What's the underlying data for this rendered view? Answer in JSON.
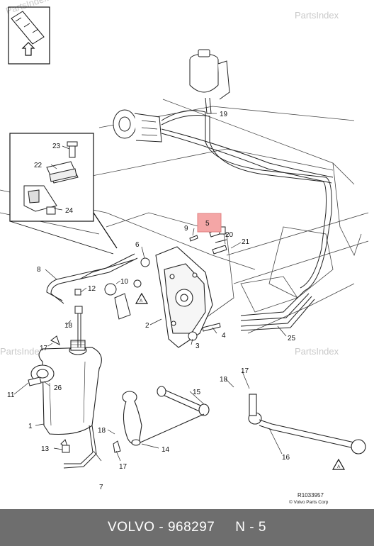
{
  "watermark": "PartsIndex",
  "callouts": {
    "c1": "1",
    "c2": "2",
    "c3": "3",
    "c4": "4",
    "c5": "5",
    "c6": "6",
    "c7": "7",
    "c8": "8",
    "c9": "9",
    "c10": "10",
    "c11": "11",
    "c12": "12",
    "c13": "13",
    "c14": "14",
    "c15": "15",
    "c16": "16",
    "c17a": "17",
    "c17b": "17",
    "c17c": "17",
    "c18a": "18",
    "c18b": "18",
    "c18c": "18",
    "c19": "19",
    "c20": "20",
    "c21": "21",
    "c22": "22",
    "c23": "23",
    "c24": "24",
    "c25": "25",
    "c26": "26"
  },
  "warning_marker": "A",
  "reference_code": "R1033957",
  "copyright": "© Volvo Parts Corp",
  "highlight_color": "#f4a6a6",
  "footer": {
    "brand": "VOLVO",
    "part_number": "968297",
    "position": "N - 5"
  }
}
